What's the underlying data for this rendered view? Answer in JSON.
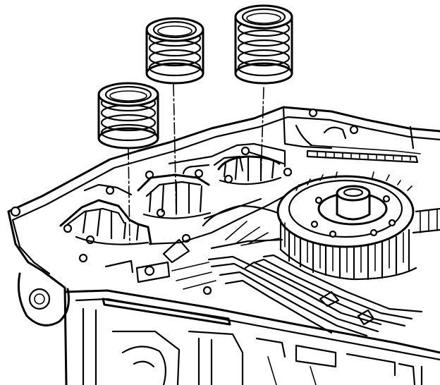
{
  "illustration": {
    "subject": "line drawing",
    "colors": {
      "ink": "#000000",
      "paper": "#ffffff"
    },
    "springs": [
      {
        "name": "left",
        "coils": 4
      },
      {
        "name": "middle",
        "coils": 4
      },
      {
        "name": "right",
        "coils": 5
      }
    ]
  }
}
